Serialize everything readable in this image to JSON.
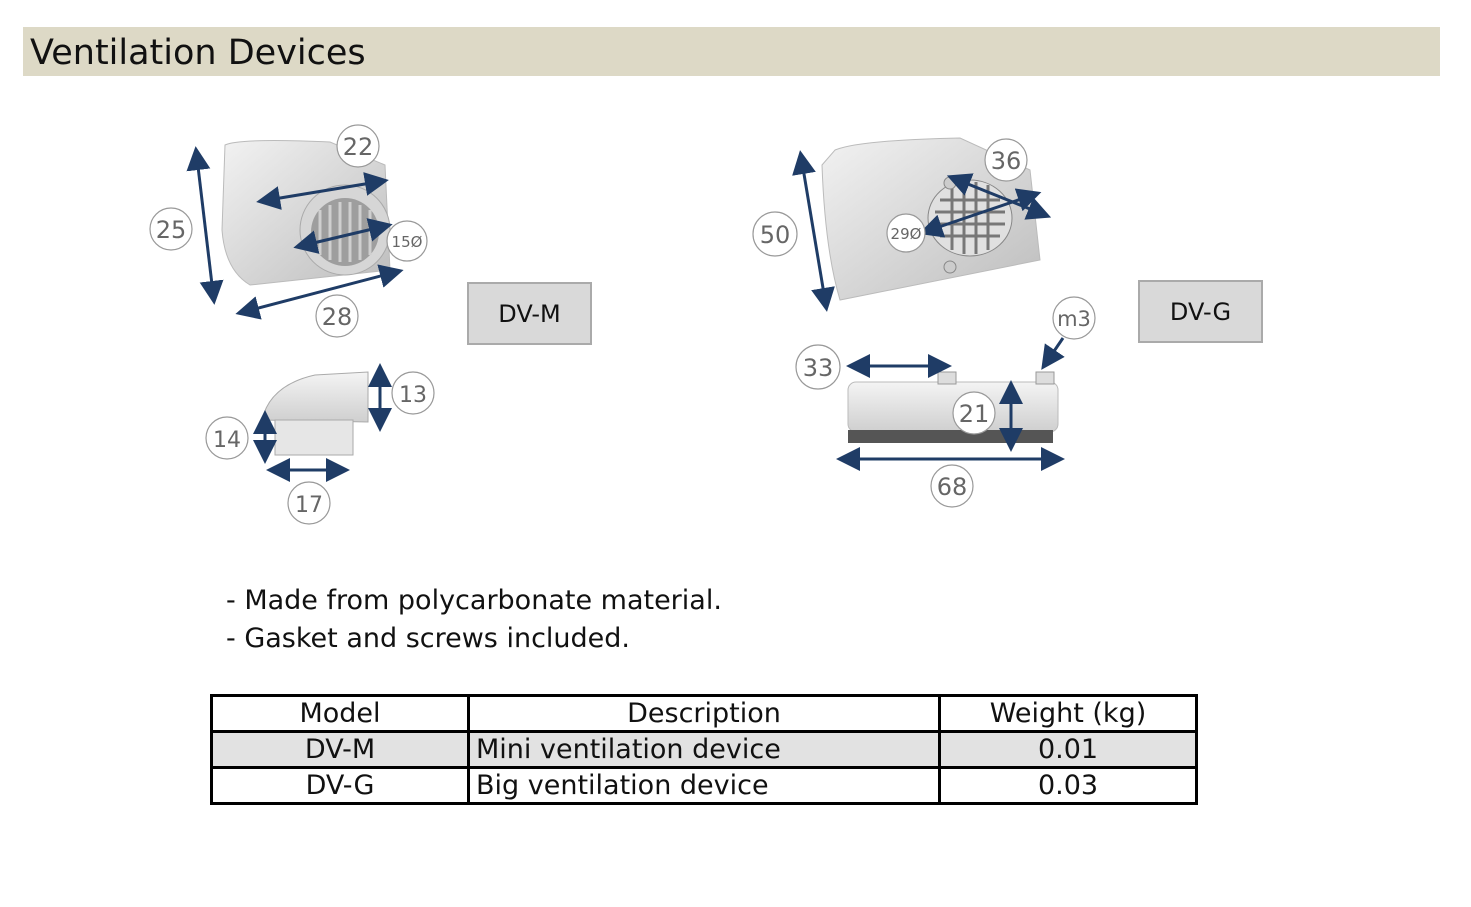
{
  "header": {
    "title": "Ventilation Devices"
  },
  "devices": [
    {
      "model_badge": "DV-M",
      "dimensions": {
        "width": "28",
        "height": "25",
        "depth": "22",
        "outlet": "15Ø"
      },
      "side_dimensions": {
        "height": "13",
        "left": "14",
        "bottom": "17"
      }
    },
    {
      "model_badge": "DV-G",
      "dimensions": {
        "height": "50",
        "depth": "36",
        "grille": "29Ø"
      },
      "side_dimensions": {
        "screw": "m3",
        "offset": "33",
        "height": "21",
        "length": "68"
      }
    }
  ],
  "notes": [
    "- Made from polycarbonate material.",
    "- Gasket and screws included."
  ],
  "table": {
    "headers": [
      "Model",
      "Description",
      "Weight (kg)"
    ],
    "rows": [
      {
        "model": "DV-M",
        "description": "Mini ventilation device",
        "weight": "0.01"
      },
      {
        "model": "DV-G",
        "description": "Big ventilation device",
        "weight": "0.03"
      }
    ]
  },
  "colors": {
    "title_bar": "#ddd9c6",
    "arrow": "#1f3c66",
    "badge": "#d9d9d9",
    "row_shade": "#e2e2e2"
  }
}
